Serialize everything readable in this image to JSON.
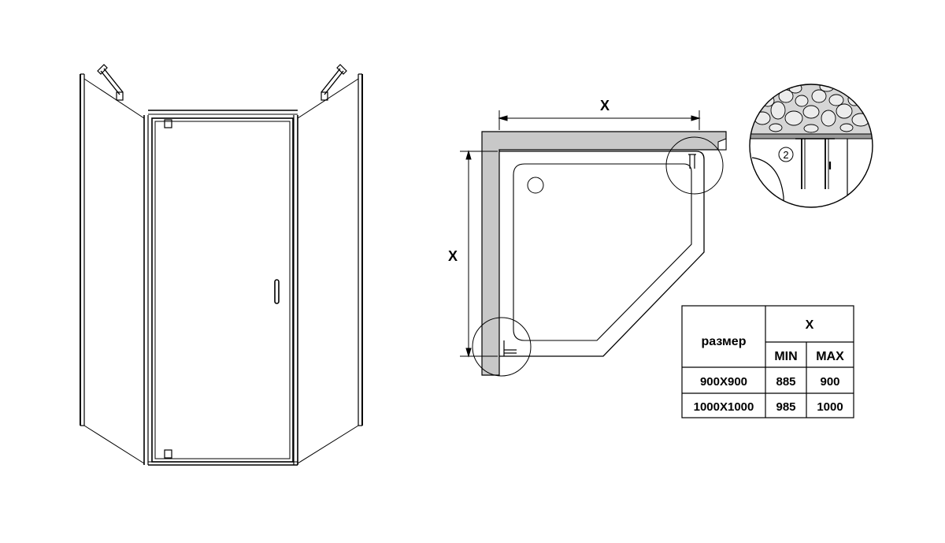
{
  "plan": {
    "dimension_top": "X",
    "dimension_left": "X",
    "detail_callout": "2"
  },
  "size_table": {
    "header_size": "размер",
    "header_x": "X",
    "header_min": "MIN",
    "header_max": "MAX",
    "rows": [
      {
        "size": "900X900",
        "min": "885",
        "max": "900"
      },
      {
        "size": "1000X1000",
        "min": "985",
        "max": "1000"
      }
    ]
  }
}
